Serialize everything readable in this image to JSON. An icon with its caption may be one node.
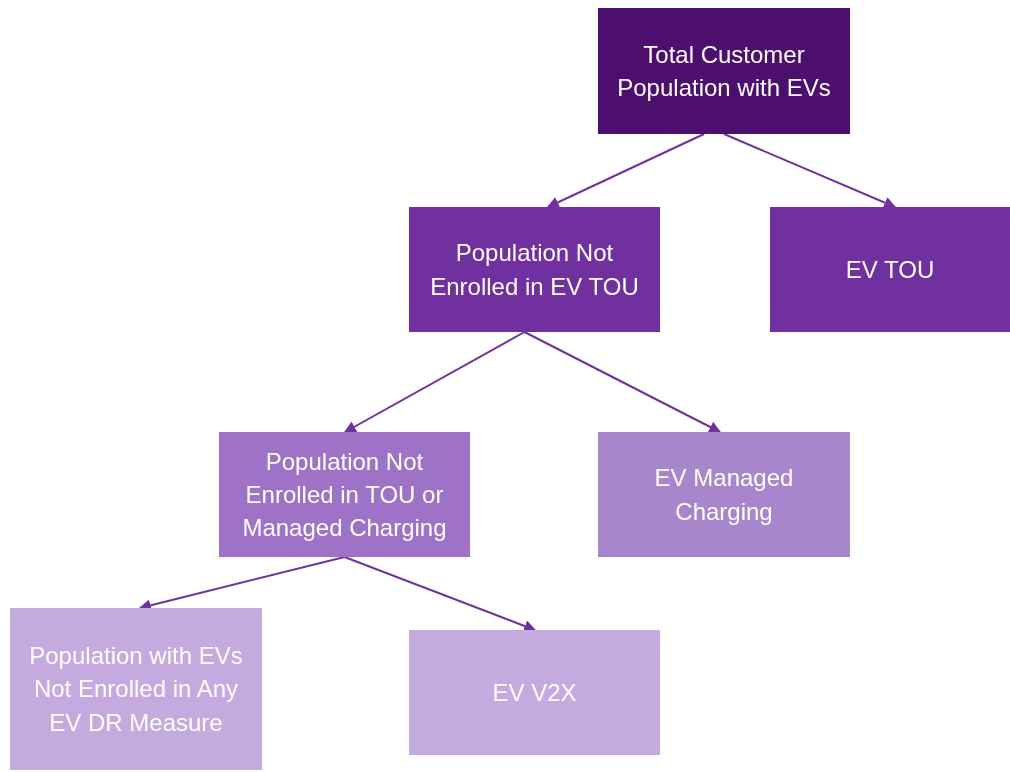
{
  "diagram": {
    "nodes": [
      {
        "text": [
          "Total Customer Population with EVs"
        ]
      },
      {
        "text": [
          "Population Not Enrolled in EV TOU"
        ]
      },
      {
        "text": [
          "EV TOU"
        ]
      },
      {
        "text": [
          "Population Not Enrolled in TOU or Managed Charging"
        ]
      },
      {
        "text": [
          "EV Managed Charging"
        ]
      },
      {
        "text": [
          "Population with EVs Not Enrolled in Any EV DR Measure"
        ]
      },
      {
        "text": [
          "EV V2X"
        ]
      }
    ],
    "edges": [
      {
        "from": 0,
        "to": 1,
        "arrow": "to"
      },
      {
        "from": 0,
        "to": 2,
        "arrow": "to"
      },
      {
        "from": 1,
        "to": 3,
        "arrow": "to"
      },
      {
        "from": 1,
        "to": 4,
        "arrow": "to"
      },
      {
        "from": 3,
        "to": 5,
        "arrow": "to"
      },
      {
        "from": 3,
        "to": 6,
        "arrow": "to"
      }
    ]
  }
}
